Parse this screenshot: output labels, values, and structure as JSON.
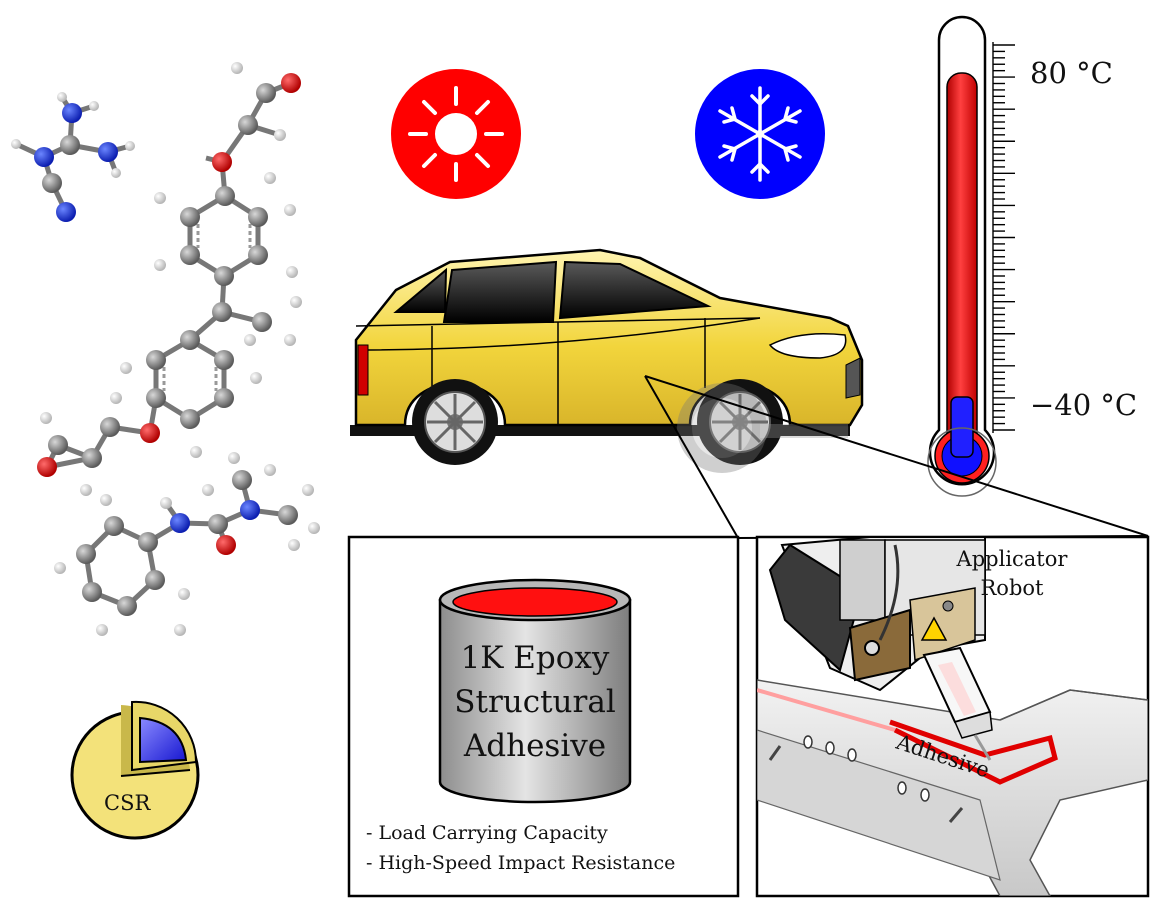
{
  "thermometer": {
    "high_label": "80 °C",
    "low_label": "−40 °C"
  },
  "can": {
    "line1": "1K Epoxy",
    "line2": "Structural",
    "line3": "Adhesive"
  },
  "properties": [
    "- Load Carrying Capacity",
    "- High-Speed Impact Resistance"
  ],
  "robot": {
    "line1": "Applicator",
    "line2": "Robot"
  },
  "adhesive_label": "Adhesive",
  "particle_label": "CSR",
  "colors": {
    "hot": "#ff0000",
    "cold": "#0000ff",
    "car_body": "#f2d53c",
    "adhesive_bead": "#e00000",
    "csr_shell": "#f3e27a",
    "csr_core": "#3a3af0"
  },
  "icons": [
    "sun-icon",
    "snowflake-icon",
    "thermometer-icon",
    "car-icon",
    "adhesive-can-icon",
    "applicator-robot-icon",
    "molecule-icon",
    "core-shell-particle-icon"
  ]
}
